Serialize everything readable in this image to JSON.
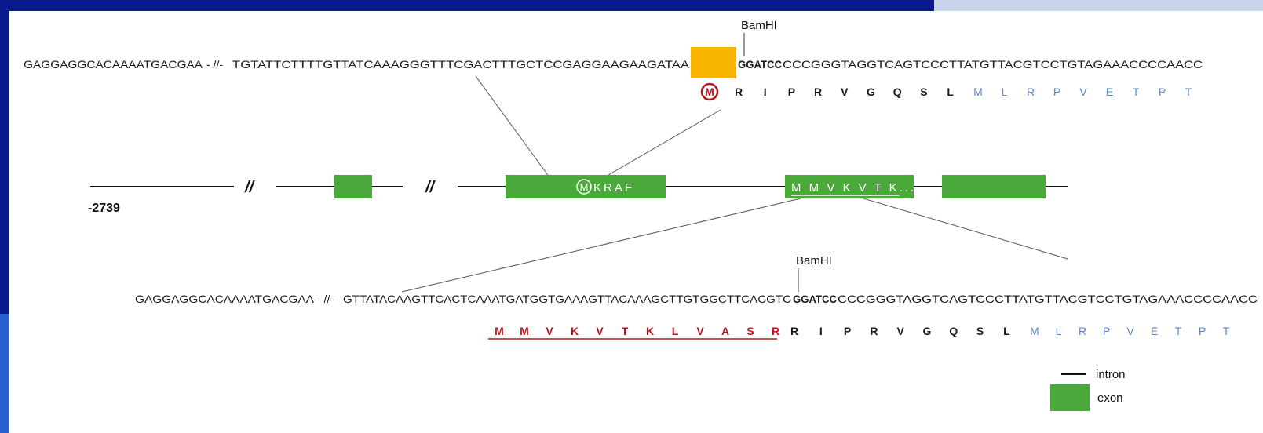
{
  "sequence_top": {
    "left": "GAGGAGGCACAAAATGACGAA",
    "break": "- //-",
    "middle": "TGTATTCTTTTGTTATCAAAGGGTTTCGACTTTGCTCCGAGGAAGAAGATAA",
    "site": "GGATCC",
    "right": "CCCGGGTAGGTCAGTCCCTTATGTTACGTCCTGTAGAAACCCCAACC",
    "enzyme": "BamHI",
    "start_codon": "M",
    "aa_black": [
      "R",
      "I",
      "P",
      "R",
      "V",
      "G",
      "Q",
      "S",
      "L"
    ],
    "aa_blue": [
      "M",
      "L",
      "R",
      "P",
      "V",
      "E",
      "T",
      "P",
      "T"
    ]
  },
  "gene_map": {
    "position_label": "-2739",
    "break_symbol": "//",
    "exon3_start": "M",
    "exon3_text": "KRAF",
    "exon4_text": "M M V K V T K..."
  },
  "sequence_bottom": {
    "left": "GAGGAGGCACAAAATGACGAA",
    "break": "- //-",
    "middle": "GTTATACAAGTTCACTCAAATGATGGTGAAAGTTACAAAGCTTGTGGCTTCACGTC",
    "site": "GGATCC",
    "right": "CCCGGGTAGGTCAGTCCCTTATGTTACGTCCTGTAGAAACCCCAACC",
    "enzyme": "BamHI",
    "aa_red": [
      "M",
      "M",
      "V",
      "K",
      "V",
      "T",
      "K",
      "L",
      "V",
      "A",
      "S",
      "R"
    ],
    "aa_black": [
      "R",
      "I",
      "P",
      "R",
      "V",
      "G",
      "Q",
      "S",
      "L"
    ],
    "aa_blue": [
      "M",
      "L",
      "R",
      "P",
      "V",
      "E",
      "T",
      "P",
      "T"
    ]
  },
  "legend": {
    "intron_label": "intron",
    "exon_label": "exon"
  },
  "colors": {
    "exon_green": "#4ba83a",
    "highlight_orange": "#f7b500",
    "aa_red": "#b3151b",
    "aa_blue": "#5f86c4",
    "frame_blue": "#0a1a8c"
  }
}
